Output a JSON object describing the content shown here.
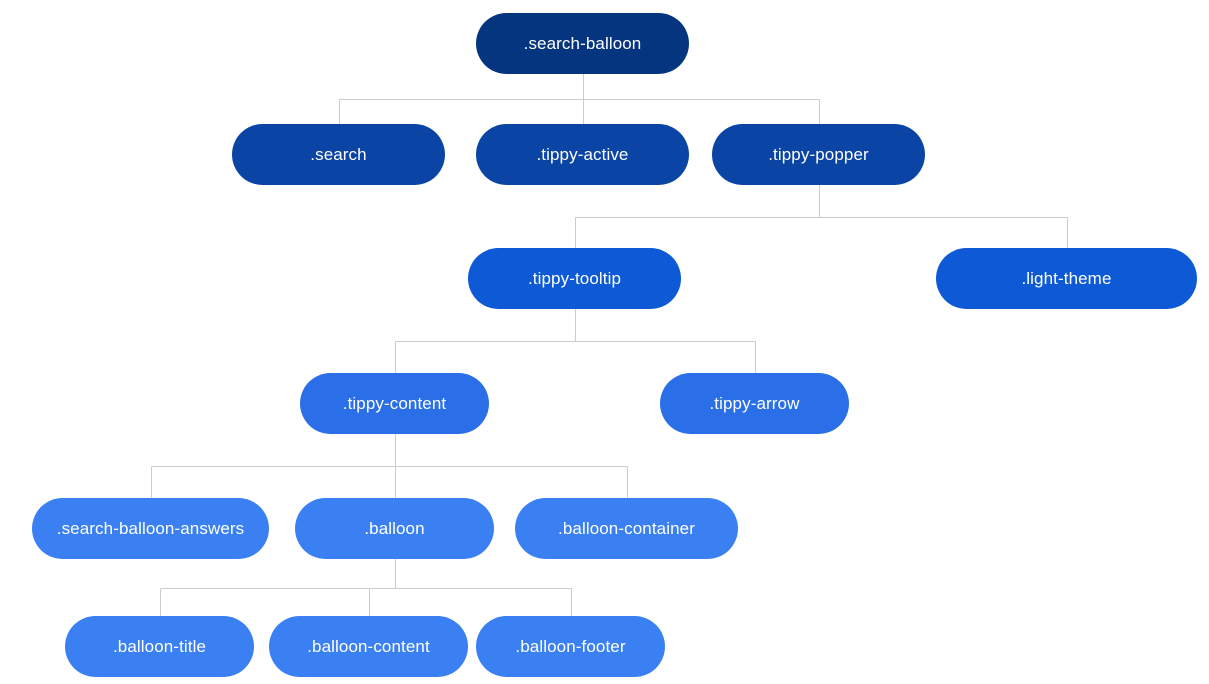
{
  "colors": {
    "level0": "#06357f",
    "level1": "#0a44a4",
    "level2": "#0d59d6",
    "level3": "#2a6fe8",
    "level4": "#3b80f3",
    "connector": "#cccccc",
    "label": "#ffffff"
  },
  "nodes": [
    {
      "id": "search-balloon",
      "label": ".search-balloon",
      "level": 0,
      "parent": null
    },
    {
      "id": "search",
      "label": ".search",
      "level": 1,
      "parent": "search-balloon"
    },
    {
      "id": "tippy-active",
      "label": ".tippy-active",
      "level": 1,
      "parent": "search-balloon"
    },
    {
      "id": "tippy-popper",
      "label": ".tippy-popper",
      "level": 1,
      "parent": "search-balloon"
    },
    {
      "id": "tippy-tooltip",
      "label": ".tippy-tooltip",
      "level": 2,
      "parent": "tippy-popper"
    },
    {
      "id": "light-theme",
      "label": ".light-theme",
      "level": 2,
      "parent": "tippy-popper"
    },
    {
      "id": "tippy-content",
      "label": ".tippy-content",
      "level": 3,
      "parent": "tippy-tooltip"
    },
    {
      "id": "tippy-arrow",
      "label": ".tippy-arrow",
      "level": 3,
      "parent": "tippy-tooltip"
    },
    {
      "id": "search-balloon-answers",
      "label": ".search-balloon-answers",
      "level": 4,
      "parent": "tippy-content"
    },
    {
      "id": "balloon",
      "label": ".balloon",
      "level": 4,
      "parent": "tippy-content"
    },
    {
      "id": "balloon-container",
      "label": ".balloon-container",
      "level": 4,
      "parent": "tippy-content"
    },
    {
      "id": "balloon-title",
      "label": ".balloon-title",
      "level": 5,
      "parent": "balloon"
    },
    {
      "id": "balloon-content",
      "label": ".balloon-content",
      "level": 5,
      "parent": "balloon"
    },
    {
      "id": "balloon-footer",
      "label": ".balloon-footer",
      "level": 5,
      "parent": "balloon"
    }
  ]
}
